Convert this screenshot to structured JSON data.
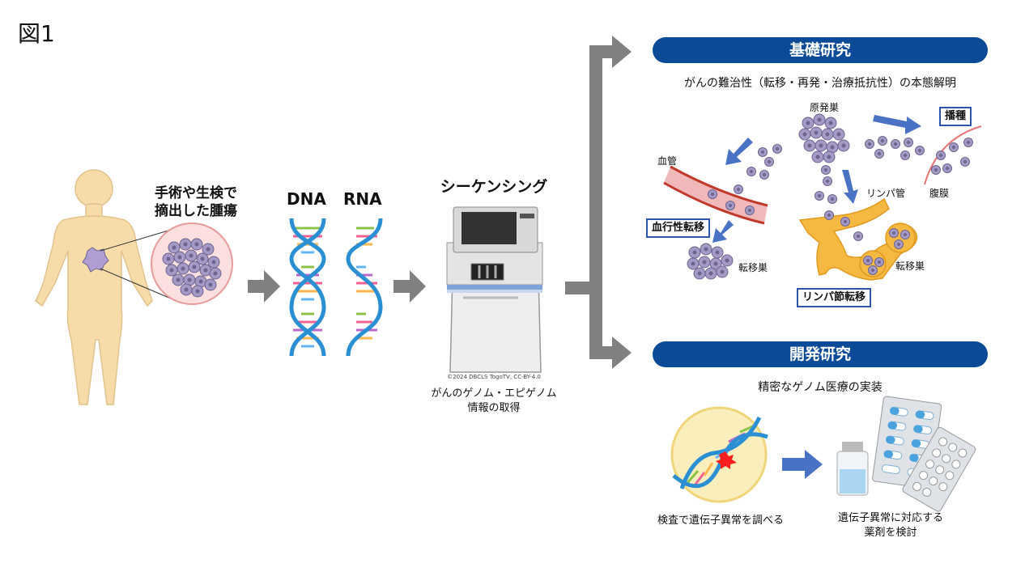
{
  "figure_label": "図1",
  "tumor_label_line1": "手術や生検で",
  "tumor_label_line2": "摘出した腫瘍",
  "dna_label": "DNA",
  "rna_label": "RNA",
  "sequencing_title": "シーケンシング",
  "copyright": "©2024 DBCLS TogoTV, CC-BY-4.0",
  "sequencing_caption_line1": "がんのゲノム・エピゲノム",
  "sequencing_caption_line2": "情報の取得",
  "basic_research": {
    "title": "基礎研究",
    "subtitle": "がんの難治性（転移・再発・治療抵抗性）の本態解明",
    "primary_tumor": "原発巣",
    "dissemination": "播種",
    "blood_vessel": "血管",
    "peritoneum": "腹膜",
    "lymph_vessel": "リンパ管",
    "hematogenous_metastasis": "血行性転移",
    "metastasis_site_1": "転移巣",
    "metastasis_site_2": "転移巣",
    "lymph_node_metastasis": "リンパ節転移"
  },
  "development_research": {
    "title": "開発研究",
    "subtitle": "精密なゲノム医療の実装",
    "test_caption": "検査で遺伝子異常を調べる",
    "drug_caption_line1": "遺伝子異常に対応する",
    "drug_caption_line2": "薬剤を検討"
  },
  "colors": {
    "pill_blue": "#0a4a96",
    "arrow_gray": "#808080",
    "arrow_blue": "#4a72c4",
    "body_skin": "#f7dba8",
    "cell_purple": "#a59ac6",
    "vessel_red": "#f0b8b8",
    "lymph_orange": "#f5b841"
  }
}
